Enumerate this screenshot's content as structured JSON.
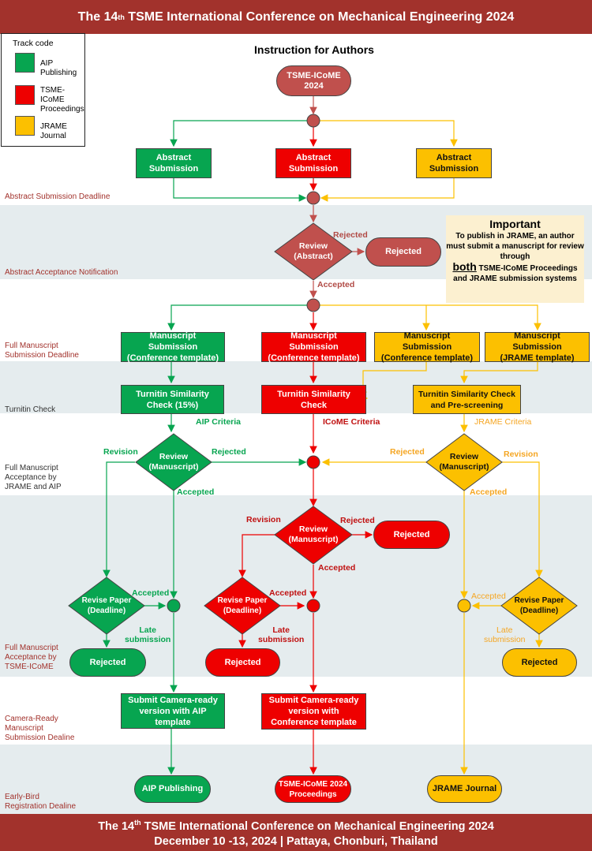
{
  "header": {
    "pre": "The 14",
    "sup": "th",
    "post": " TSME International Conference on Mechanical Engineering 2024"
  },
  "footer": {
    "line1_pre": "The 14",
    "line1_sup": "th",
    "line1_post": " TSME International Conference on Mechanical Engineering 2024",
    "line2": "December 10 -13, 2024 | Pattaya, Chonburi, Thailand"
  },
  "legend": {
    "title": "Track code",
    "items": [
      {
        "label": "AIP Publishing",
        "color": "#07a550"
      },
      {
        "label": "TSME-ICoME\nProceedings",
        "color": "#ee0000"
      },
      {
        "label": "JRAME Journal",
        "color": "#fcc000"
      }
    ]
  },
  "title": "Instruction for Authors",
  "side_labels": [
    "Abstract Submission Deadline",
    "Abstract Acceptance Notification",
    "Full Manuscript\nSubmission Deadline",
    "Turnitin Check",
    "Full Manuscript\nAcceptance by\nJRAME and AIP",
    "Full Manuscript\nAcceptance by\nTSME-ICoME",
    "Camera-Ready\nManuscript\nSubmission Dealine",
    "Early-Bird\nRegistration Dealine"
  ],
  "nodes": {
    "start": "TSME-ICoME 2024",
    "abs_g": "Abstract\nSubmission",
    "abs_r": "Abstract\nSubmission",
    "abs_y": "Abstract\nSubmission",
    "review_abs": "Review\n(Abstract)",
    "rejected_abs": "Rejected",
    "ms_g": "Manuscript Submission\n(Conference template)",
    "ms_r": "Manuscript Submission\n(Conference template)",
    "ms_y1": "Manuscript Submission\n(Conference template)",
    "ms_y2": "Manuscript Submission\n(JRAME template)",
    "tur_g": "Turnitin Similarity\nCheck (15%)",
    "tur_r": "Turnitin Similarity\nCheck",
    "tur_y": "Turnitin Similarity Check\nand Pre-screening",
    "rev_g": "Review\n(Manuscript)",
    "rev_r": "Review\n(Manuscript)",
    "rev_y": "Review\n(Manuscript)",
    "rej_r1": "Rejected",
    "revise_g": "Revise Paper\n(Deadline)",
    "revise_r": "Revise Paper\n(Deadline)",
    "revise_y": "Revise Paper\n(Deadline)",
    "rej_g": "Rejected",
    "rej_r2": "Rejected",
    "rej_y": "Rejected",
    "cam_g": "Submit Camera-ready\nversion with AIP\ntemplate",
    "cam_r": "Submit Camera-ready\nversion with\nConference template",
    "end_g": "AIP Publishing",
    "end_r": "TSME-ICoME 2024\nProceedings",
    "end_y": "JRAME Journal"
  },
  "edge_labels": {
    "rejected_abs": "Rejected",
    "accepted_abs": "Accepted",
    "aip_criteria": "AIP Criteria",
    "icome_criteria": "ICoME Criteria",
    "jrame_criteria": "JRAME Criteria",
    "revision_g": "Revision",
    "rejected_g": "Rejected",
    "accepted_g": "Accepted",
    "rejected_y": "Rejected",
    "revision_y": "Revision",
    "accepted_y": "Accepted",
    "revision_r": "Revision",
    "rejected_r": "Rejected",
    "accepted_r": "Accepted",
    "accepted_g2": "Accepted",
    "late_g": "Late\nsubmission",
    "accepted_r2": "Accepted",
    "late_r": "Late\nsubmission",
    "accepted_y2": "Accepted",
    "late_y": "Late\nsubmission"
  },
  "important": {
    "heading": "Important",
    "line1": "To publish in JRAME, an author must submit a manuscript for review through",
    "both": "both",
    "line2": "TSME-ICoME Proceedings and JRAME submission systems"
  },
  "colors": {
    "green": "#07a550",
    "red": "#ee0000",
    "yellow": "#fcc000",
    "brown": "#c0504d",
    "header": "#a2322c",
    "band": "#e5ecee"
  }
}
